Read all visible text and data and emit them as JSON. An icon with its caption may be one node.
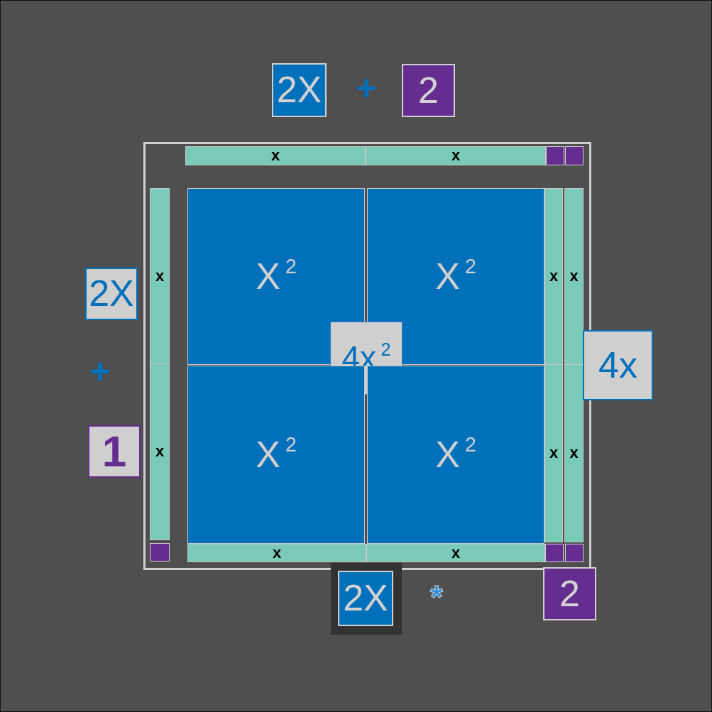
{
  "diagram": {
    "nodes": [
      {
        "text": [
          "2X"
        ]
      },
      {
        "text": [
          "2"
        ]
      },
      {
        "text": [],
        "shape": "box"
      },
      {
        "text": [
          "x"
        ],
        "in": 2
      },
      {
        "text": [
          "x"
        ],
        "in": 2
      },
      {
        "text": [],
        "shape": "box",
        "in": 2
      },
      {
        "text": [],
        "shape": "box",
        "in": 2
      },
      {
        "text": [
          "2X"
        ]
      },
      {
        "text": [
          "x"
        ],
        "in": 2
      },
      {
        "text": [
          "X$^{2}$"
        ],
        "in": 2
      },
      {
        "text": [
          "X$^{2}$"
        ],
        "in": 2
      },
      {
        "text": [
          "x"
        ],
        "in": 2
      },
      {
        "text": [
          "x"
        ],
        "in": 2
      },
      {
        "text": [
          "4x$^{2}$"
        ],
        "in": 2
      },
      {
        "text": [
          "4x"
        ]
      },
      {
        "text": [
          "1"
        ]
      },
      {
        "text": [
          "x"
        ],
        "in": 2
      },
      {
        "text": [
          "X$^{2}$"
        ],
        "in": 2
      },
      {
        "text": [
          "X$^{2}$"
        ],
        "in": 2
      },
      {
        "text": [
          "x"
        ],
        "in": 2
      },
      {
        "text": [
          "x"
        ],
        "in": 2
      },
      {
        "text": [],
        "shape": "box",
        "in": 2
      },
      {
        "text": [
          "x"
        ],
        "in": 2
      },
      {
        "text": [
          "x"
        ],
        "in": 2
      },
      {
        "text": [],
        "shape": "box",
        "in": 2
      },
      {
        "text": [],
        "shape": "box",
        "in": 2
      },
      {
        "text": [],
        "shape": "box"
      },
      {
        "text": [
          "2X"
        ],
        "in": 26
      },
      {
        "text": [
          "2"
        ]
      }
    ],
    "labels": [
      "+",
      "+",
      "*"
    ]
  }
}
